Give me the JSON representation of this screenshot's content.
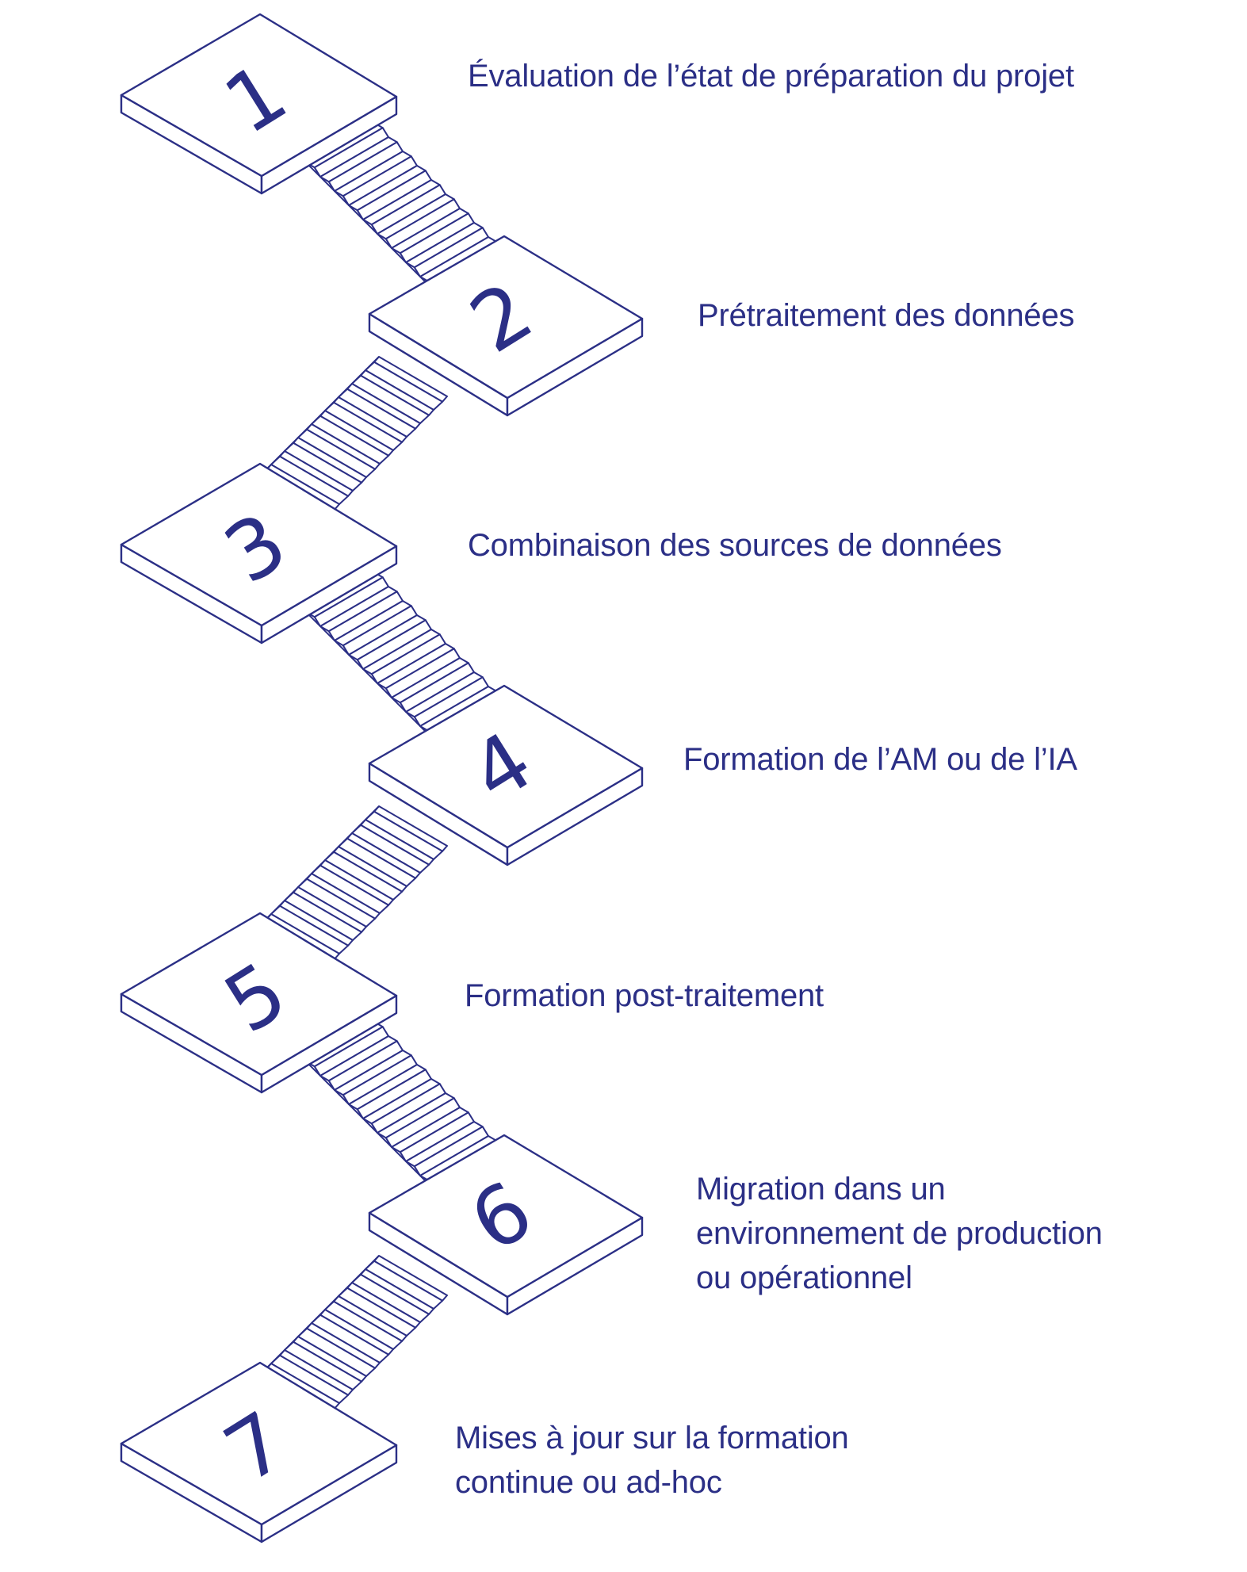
{
  "colors": {
    "line": "#2b2f86",
    "text": "#2b2f86",
    "fill": "#ffffff"
  },
  "steps": [
    {
      "number": "1",
      "label_lines": [
        "Évaluation de l’état de préparation du projet"
      ]
    },
    {
      "number": "2",
      "label_lines": [
        "Prétraitement des données"
      ]
    },
    {
      "number": "3",
      "label_lines": [
        "Combinaison des sources de données"
      ]
    },
    {
      "number": "4",
      "label_lines": [
        "Formation de l’AM ou de l’IA"
      ]
    },
    {
      "number": "5",
      "label_lines": [
        "Formation post-traitement"
      ]
    },
    {
      "number": "6",
      "label_lines": [
        "Migration dans un",
        "environnement de production",
        "ou opérationnel"
      ]
    },
    {
      "number": "7",
      "label_lines": [
        "Mises à jour sur la formation",
        "continue ou ad-hoc"
      ]
    }
  ]
}
